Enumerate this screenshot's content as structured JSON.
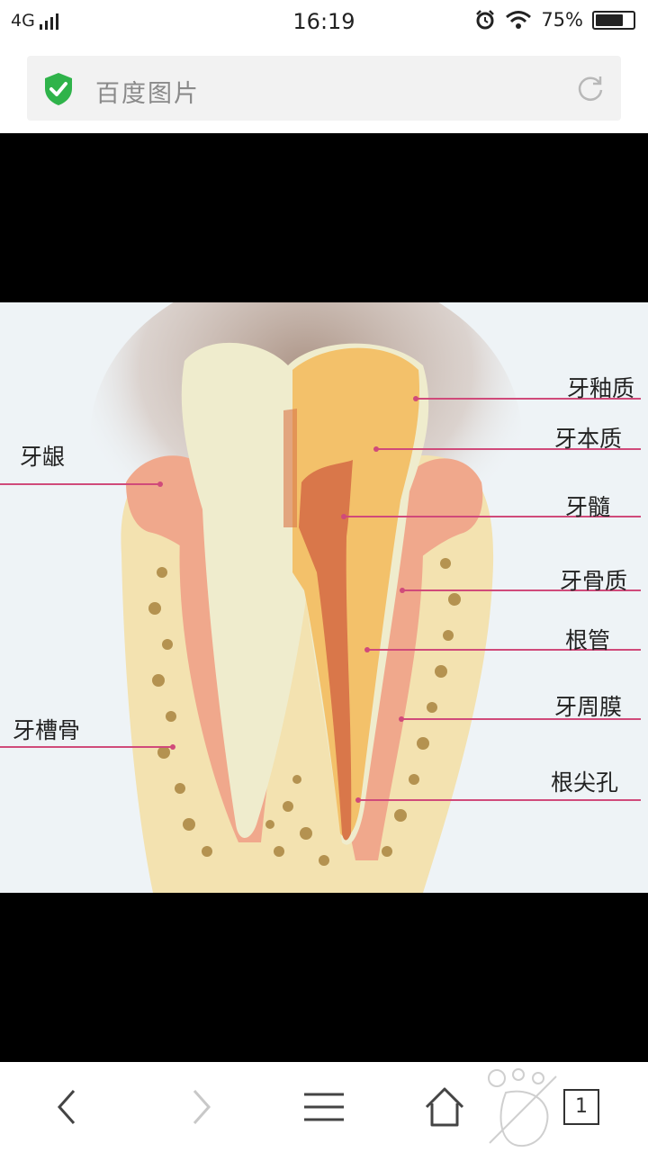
{
  "status_bar": {
    "network": "4G",
    "time": "16:19",
    "battery_percent": "75%",
    "battery_level": 0.75
  },
  "address_bar": {
    "title": "百度图片",
    "icons": [
      "shield-check-icon",
      "refresh-icon"
    ]
  },
  "diagram": {
    "labels_right": [
      "牙釉质",
      "牙本质",
      "牙髓",
      "牙骨质",
      "根管",
      "牙周膜",
      "根尖孔"
    ],
    "labels_left": [
      "牙龈",
      "牙槽骨"
    ],
    "colors": {
      "enamel": "#efeccd",
      "dentin": "#f3c16a",
      "pulp": "#d9774a",
      "gum": "#f0a88c",
      "bone": "#f3e2b0",
      "leader_line": "#d04a7a"
    }
  },
  "bottom_bar": {
    "tab_count": "1",
    "icons": [
      "back-icon",
      "forward-icon",
      "menu-icon",
      "home-icon",
      "footprint-icon"
    ]
  }
}
